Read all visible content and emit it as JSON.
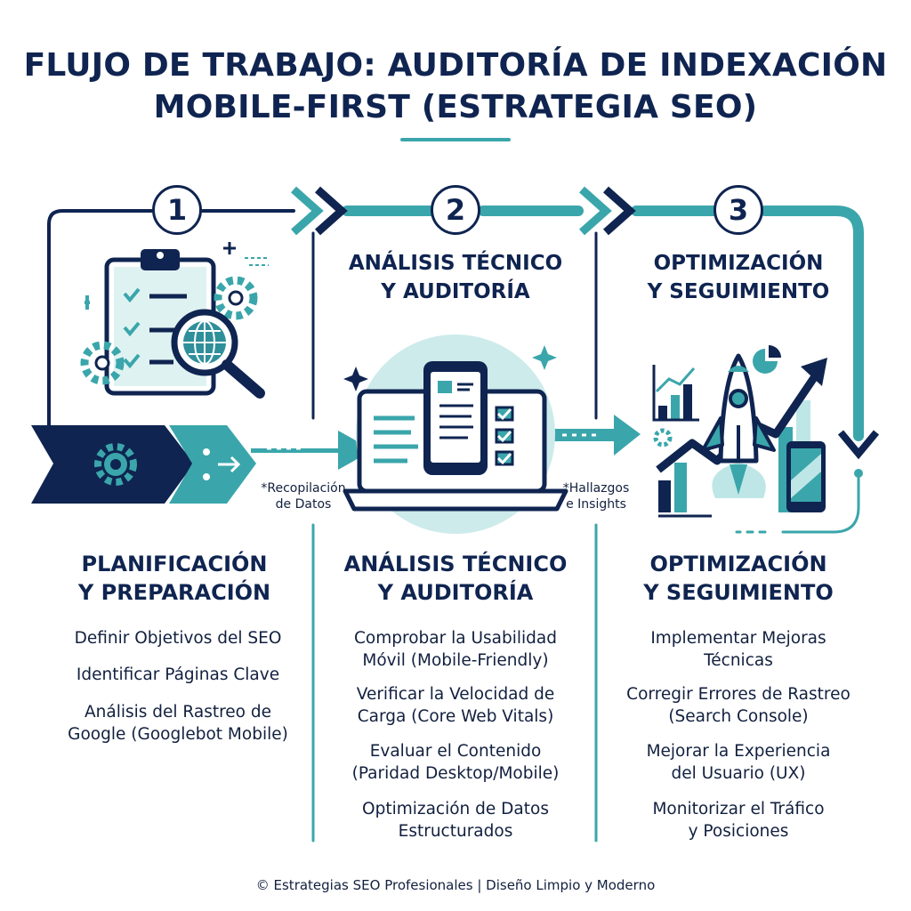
{
  "title": {
    "line1": "FLUJO DE TRABAJO: AUDITORÍA DE INDEXACIÓN",
    "line2": "MOBILE-FIRST (ESTRATEGIA SEO)"
  },
  "colors": {
    "navy": "#0f2450",
    "teal": "#3aa6ab",
    "light_teal": "#bfe6e6"
  },
  "steps": [
    {
      "number": "1",
      "icon": "clipboard-checklist-magnifier-icon",
      "heading": [
        "PLANIFICACIÓN",
        "Y PREPARACIÓN"
      ],
      "items": [
        [
          "Definir Objetivos del SEO"
        ],
        [
          "Identificar Páginas Clave"
        ],
        [
          "Análisis del Rastreo de",
          "Google (Googlebot Mobile)"
        ]
      ]
    },
    {
      "number": "2",
      "icon": "laptop-mobile-checklist-icon",
      "top_heading": [
        "ANÁLISIS TÉCNICO",
        "Y AUDITORÍA"
      ],
      "heading": [
        "ANÁLISIS TÉCNICO",
        "Y AUDITORÍA"
      ],
      "items": [
        [
          "Comprobar la Usabilidad",
          "Móvil (Mobile-Friendly)"
        ],
        [
          "Verificar la Velocidad de",
          "Carga (Core Web Vitals)"
        ],
        [
          "Evaluar el Contenido",
          "(Paridad Desktop/Mobile)"
        ],
        [
          "Optimización de Datos",
          "Estructurados"
        ]
      ]
    },
    {
      "number": "3",
      "icon": "rocket-growth-chart-icon",
      "top_heading": [
        "OPTIMIZACIÓN",
        "Y SEGUIMIENTO"
      ],
      "heading": [
        "OPTIMIZACIÓN",
        "Y SEGUIMIENTO"
      ],
      "items": [
        [
          "Implementar Mejoras",
          "Técnicas"
        ],
        [
          "Corregir Errores de Rastreo",
          "(Search Console)"
        ],
        [
          "Mejorar la Experiencia",
          "del Usuario (UX)"
        ],
        [
          "Monitorizar el Tráfico",
          "y Posiciones"
        ]
      ]
    }
  ],
  "transitions": [
    [
      "*Recopilación",
      "de Datos"
    ],
    [
      "*Hallazgos",
      "e Insights"
    ]
  ],
  "footer": "© Estrategias SEO Profesionales | Diseño Limpio y Moderno"
}
